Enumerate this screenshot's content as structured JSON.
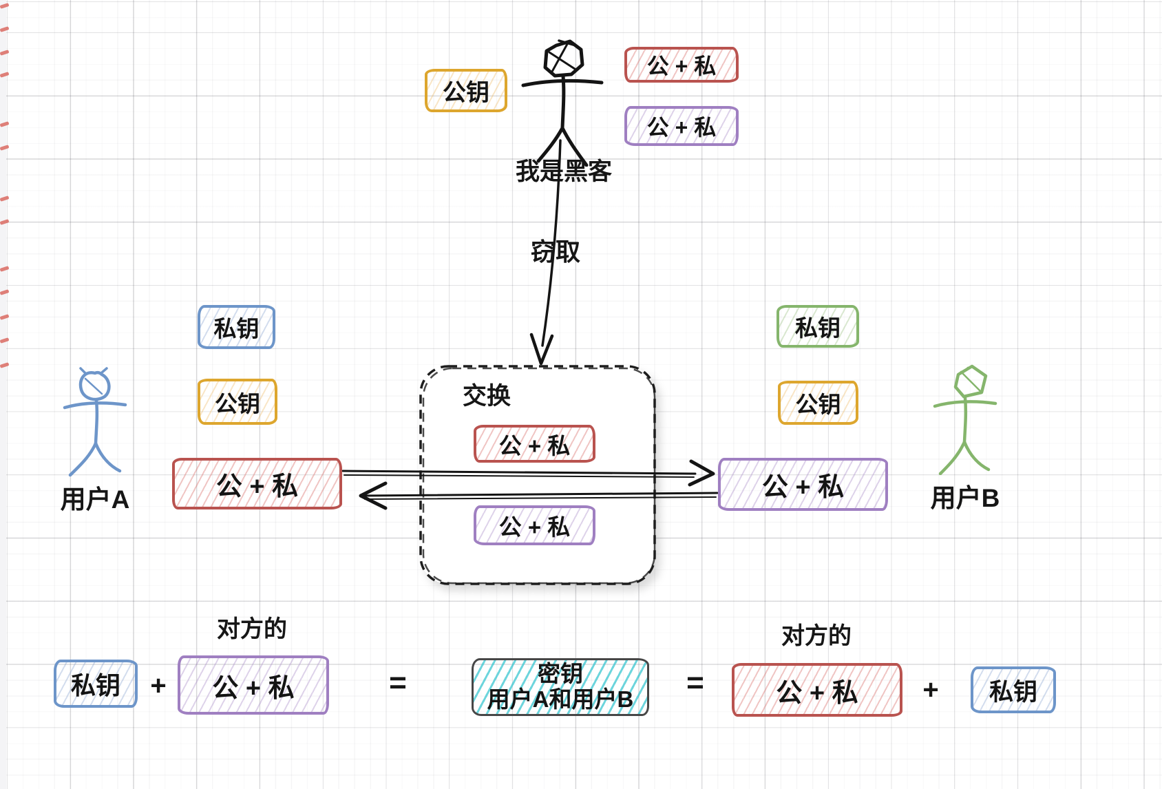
{
  "colors": {
    "red": "#b9534f",
    "purple": "#9f7fc1",
    "yellow": "#dda62e",
    "blue": "#6d95c9",
    "green": "#85b56c",
    "cyan": "#2fc3ce",
    "cyanBorder": "#474747",
    "ink": "#1c1c1c"
  },
  "hacker": {
    "label": "我是黑客",
    "public_key_tag": "公钥",
    "pair_red_tag": "公 + 私",
    "pair_purple_tag": "公 + 私",
    "steal_label": "窃取"
  },
  "exchange_box": {
    "title": "交换",
    "pair_red_tag": "公 + 私",
    "pair_purple_tag": "公 + 私"
  },
  "user_a": {
    "label": "用户A",
    "private_key_tag": "私钥",
    "public_key_tag": "公钥",
    "pair_tag": "公 + 私"
  },
  "user_b": {
    "label": "用户B",
    "private_key_tag": "私钥",
    "public_key_tag": "公钥",
    "pair_tag": "公 + 私"
  },
  "equation": {
    "left_other_label": "对方的",
    "left_private_key_tag": "私钥",
    "plus_left": "+",
    "left_pair_tag": "公 + 私",
    "equals_left": "=",
    "secret_key_line1": "密钥",
    "secret_key_line2": "用户A和用户B",
    "equals_right": "=",
    "right_other_label": "对方的",
    "right_pair_tag": "公 + 私",
    "plus_right": "+",
    "right_private_key_tag": "私钥"
  }
}
